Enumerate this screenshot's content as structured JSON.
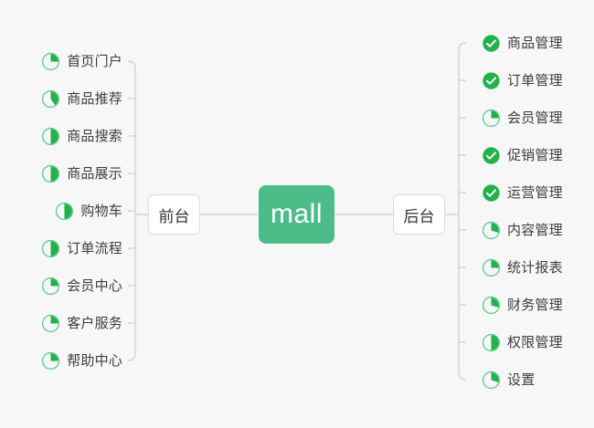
{
  "diagram": {
    "type": "mind-map",
    "background_color": "#f7f7f7",
    "accent_color": "#4cbc89",
    "done_color": "#22b14c",
    "ring_color": "#5fc98f",
    "connector_color": "#cccccc"
  },
  "root": {
    "label": "mall",
    "fill": "#4cbc89",
    "text_color": "#ffffff"
  },
  "branches": [
    {
      "id": "frontend",
      "label": "前台",
      "side": "left",
      "items": [
        {
          "label": "首页门户",
          "status": "in-progress",
          "progress": 25
        },
        {
          "label": "商品推荐",
          "status": "in-progress",
          "progress": 40
        },
        {
          "label": "商品搜索",
          "status": "in-progress",
          "progress": 50
        },
        {
          "label": "商品展示",
          "status": "in-progress",
          "progress": 50
        },
        {
          "label": "购物车",
          "status": "in-progress",
          "progress": 50
        },
        {
          "label": "订单流程",
          "status": "in-progress",
          "progress": 50
        },
        {
          "label": "会员中心",
          "status": "in-progress",
          "progress": 25
        },
        {
          "label": "客户服务",
          "status": "in-progress",
          "progress": 25
        },
        {
          "label": "帮助中心",
          "status": "in-progress",
          "progress": 25
        }
      ]
    },
    {
      "id": "backend",
      "label": "后台",
      "side": "right",
      "items": [
        {
          "label": "商品管理",
          "status": "done",
          "progress": 100
        },
        {
          "label": "订单管理",
          "status": "done",
          "progress": 100
        },
        {
          "label": "会员管理",
          "status": "in-progress",
          "progress": 25
        },
        {
          "label": "促销管理",
          "status": "done",
          "progress": 100
        },
        {
          "label": "运营管理",
          "status": "done",
          "progress": 100
        },
        {
          "label": "内容管理",
          "status": "in-progress",
          "progress": 30
        },
        {
          "label": "统计报表",
          "status": "in-progress",
          "progress": 25
        },
        {
          "label": "财务管理",
          "status": "in-progress",
          "progress": 30
        },
        {
          "label": "权限管理",
          "status": "in-progress",
          "progress": 50
        },
        {
          "label": "设置",
          "status": "in-progress",
          "progress": 30
        }
      ]
    }
  ]
}
